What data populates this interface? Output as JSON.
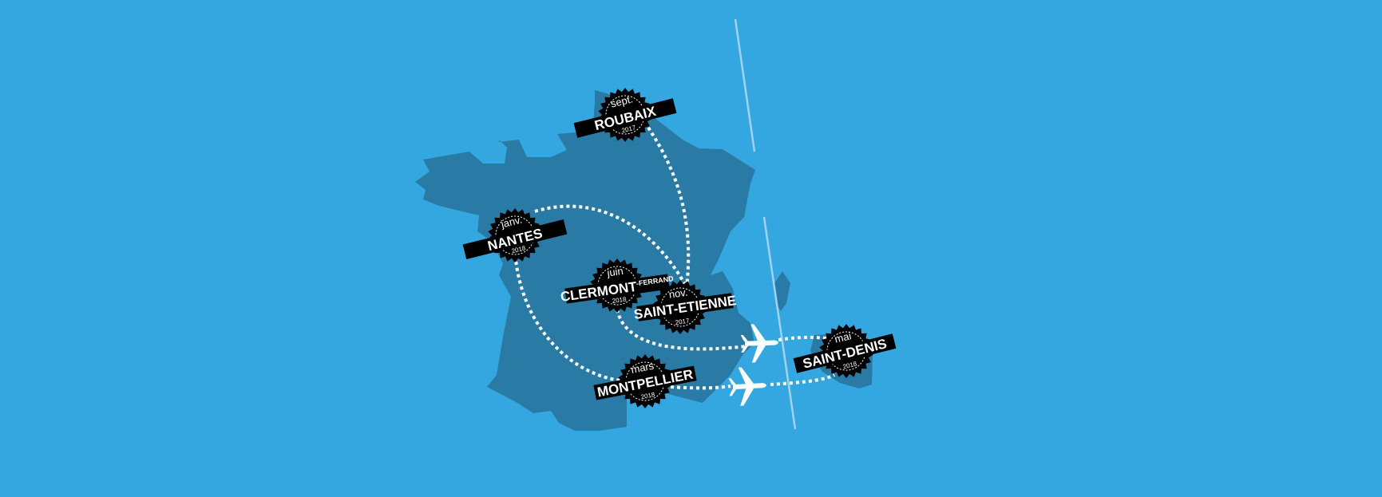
{
  "colors": {
    "sea": "#35a7e0",
    "land": "#2a7aa6",
    "badge": "#000000",
    "route": "#ffffff",
    "divider": "#9fd3f0"
  },
  "badges": [
    {
      "id": "roubaix",
      "month": "sept.",
      "city": "ROUBAIX",
      "suffix": "",
      "year": "2017"
    },
    {
      "id": "nantes",
      "month": "janv.",
      "city": "NANTES",
      "suffix": "",
      "year": "2018"
    },
    {
      "id": "clermont",
      "month": "juin",
      "city": "CLERMONT",
      "suffix": "-FERRAND",
      "year": "2018"
    },
    {
      "id": "saint-etienne",
      "month": "nov.",
      "city": "SAINT-ETIENNE",
      "suffix": "",
      "year": "2017"
    },
    {
      "id": "montpellier",
      "month": "mars",
      "city": "MONTPELLIER",
      "suffix": "",
      "year": "2018"
    },
    {
      "id": "saint-denis",
      "month": "mai",
      "city": "SAINT-DENIS",
      "suffix": "",
      "year": "2018"
    }
  ],
  "icons": {
    "plane_upper": "airplane-icon",
    "plane_lower": "airplane-icon"
  }
}
